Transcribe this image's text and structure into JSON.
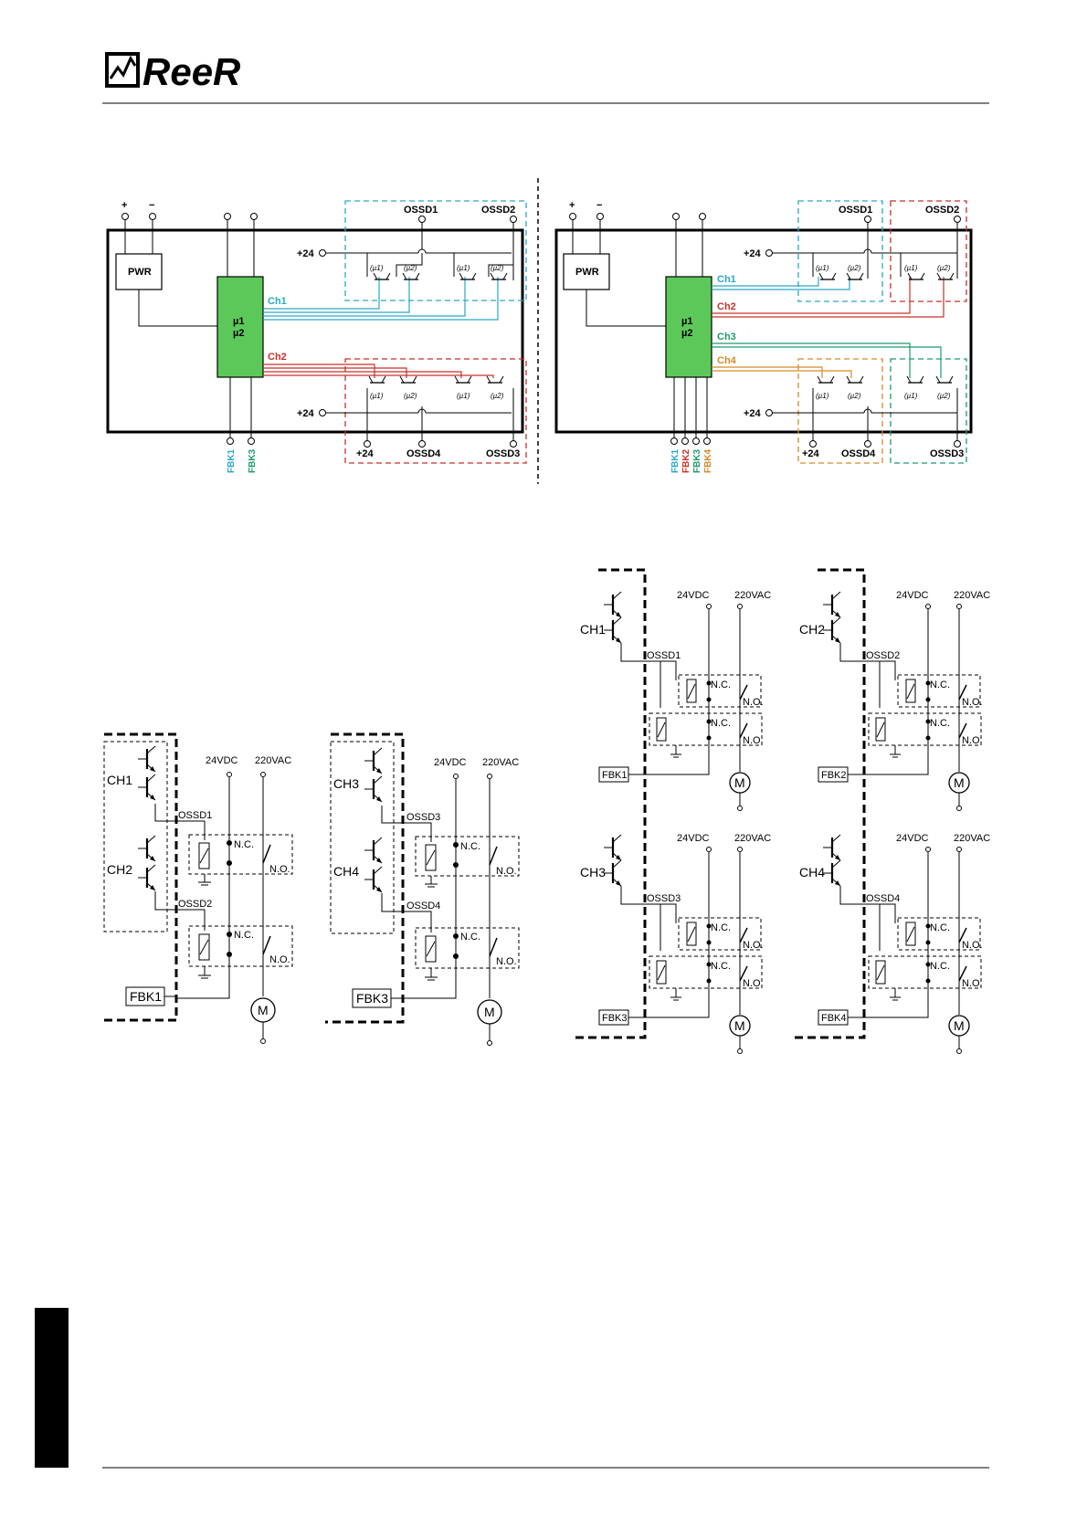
{
  "header": {
    "logo_text": "ReeR"
  },
  "colors": {
    "ch1": "#2aa8c8",
    "ch2": "#c8312a",
    "ch3": "#1e9a6a",
    "ch4": "#d58a2a",
    "proc": "#5dc85a"
  },
  "top_left": {
    "plus": "+",
    "minus": "−",
    "pwr": "PWR",
    "mu1": "µ1",
    "mu2": "µ2",
    "ch1": "Ch1",
    "ch2": "Ch2",
    "p24a": "+24",
    "p24b": "+24",
    "p24c": "+24",
    "ossd1": "OSSD1",
    "ossd2": "OSSD2",
    "ossd3": "OSSD3",
    "ossd4": "OSSD4",
    "fbk1": "FBK1",
    "fbk3": "FBK3",
    "mu1s": "(µ1)",
    "mu2s": "(µ2)"
  },
  "top_right": {
    "plus": "+",
    "minus": "−",
    "pwr": "PWR",
    "mu1": "µ1",
    "mu2": "µ2",
    "ch1": "Ch1",
    "ch2": "Ch2",
    "ch3": "Ch3",
    "ch4": "Ch4",
    "p24a": "+24",
    "p24b": "+24",
    "p24c": "+24",
    "ossd1": "OSSD1",
    "ossd2": "OSSD2",
    "ossd3": "OSSD3",
    "ossd4": "OSSD4",
    "fbk1": "FBK1",
    "fbk2": "FBK2",
    "fbk3": "FBK3",
    "fbk4": "FBK4"
  },
  "bottom_left": [
    {
      "ch_a": "CH1",
      "ch_b": "CH2",
      "ossd_a": "OSSD1",
      "ossd_b": "OSSD2",
      "fbk": "FBK1",
      "vdc": "24VDC",
      "vac": "220VAC",
      "nc": "N.C.",
      "no": "N.O.",
      "motor": "M"
    },
    {
      "ch_a": "CH3",
      "ch_b": "CH4",
      "ossd_a": "OSSD3",
      "ossd_b": "OSSD4",
      "fbk": "FBK3",
      "vdc": "24VDC",
      "vac": "220VAC",
      "nc": "N.C.",
      "no": "N.O.",
      "motor": "M"
    }
  ],
  "bottom_right": [
    {
      "ch": "CH1",
      "ossd": "OSSD1",
      "fbk": "FBK1",
      "vdc": "24VDC",
      "vac": "220VAC",
      "nc": "N.C.",
      "no": "N.O.",
      "motor": "M"
    },
    {
      "ch": "CH2",
      "ossd": "OSSD2",
      "fbk": "FBK2",
      "vdc": "24VDC",
      "vac": "220VAC",
      "nc": "N.C.",
      "no": "N.O.",
      "motor": "M"
    },
    {
      "ch": "CH3",
      "ossd": "OSSD3",
      "fbk": "FBK3",
      "vdc": "24VDC",
      "vac": "220VAC",
      "nc": "N.C.",
      "no": "N.O.",
      "motor": "M"
    },
    {
      "ch": "CH4",
      "ossd": "OSSD4",
      "fbk": "FBK4",
      "vdc": "24VDC",
      "vac": "220VAC",
      "nc": "N.C.",
      "no": "N.O.",
      "motor": "M"
    }
  ]
}
